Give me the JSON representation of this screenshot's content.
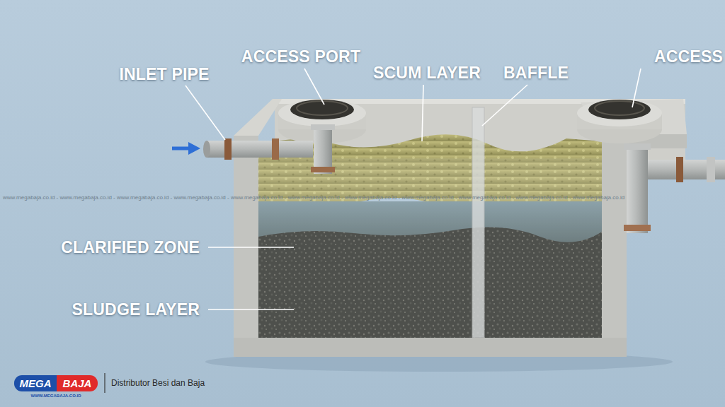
{
  "diagram": {
    "nodes": [
      {
        "text": [
          "MEGA"
        ]
      },
      {
        "text": [
          "BAJA"
        ]
      }
    ],
    "labels": [
      "INLET PIPE",
      "ACCESS PORT",
      "SCUM LAYER",
      "BAFFLE",
      "ACCESS",
      "CLARIFIED ZONE",
      "SLUDGE LAYER",
      "www.megabaja.co.id - www.megabaja.co.id - www.megabaja.co.id - www.megabaja.co.id - www.megabaja.co.id - www.megabaja.co.id - www.megabaja.co.id - www.megabaja.co.id - www.megabaja.co.id - www.megabaja.co.id - www.megabaja.co.id",
      "WWW.MEGABAJA.CO.ID",
      "Distributor Besi dan Baja"
    ]
  }
}
